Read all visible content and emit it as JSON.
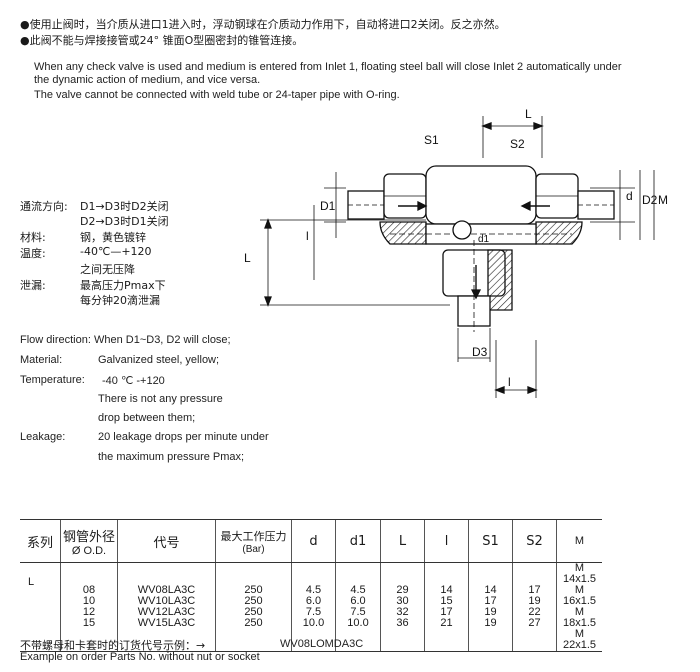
{
  "notes_zh": [
    "●使用止阀时，当介质从进口1进入时，浮动钢球在介质动力作用下，自动将进口2关闭。反之亦然。",
    "●此阀不能与焊接接管或24° 锥面O型圈密封的锥管连接。"
  ],
  "notes_en": [
    "When any check valve is used and medium is entered from Inlet 1, floating steel ball will close Inlet 2 automatically under",
    "the dynamic action of medium, and vice versa.",
    "The valve cannot be connected with weld tube or 24-taper pipe with O-ring."
  ],
  "specs_zh": {
    "flow_label": "通流方向:",
    "flow_1": "D1→D3时D2关闭",
    "flow_2": "D2→D3时D1关闭",
    "material_label": "材料:",
    "material": "钢，黄色镀锌",
    "temp_label": "温度:",
    "temp_1": "-40℃—+120",
    "temp_2": "之间无压降",
    "leak_label": "泄漏:",
    "leak_1": "最高压力Pmax下",
    "leak_2": "每分钟20滴泄漏"
  },
  "specs_en": {
    "flow": "Flow direction: When D1~D3, D2 will close;",
    "material_label": "Material:",
    "material": "Galvanized steel, yellow;",
    "temp_label": "Temperature:",
    "temp_1": "-40 ℃ -+120",
    "temp_2": "There is not any pressure",
    "temp_3": "drop between them;",
    "leak_label": "Leakage:",
    "leak_1": "20 leakage drops per minute under",
    "leak_2": "the maximum pressure Pmax;"
  },
  "drawing_labels": {
    "s1": "S1",
    "s2": "S2",
    "L_top": "L",
    "d": "d",
    "D2": "D2",
    "M": "M",
    "D1": "D1",
    "l_left": "l",
    "L_left": "L",
    "d1": "d1",
    "D3": "D3",
    "l_bottom": "l"
  },
  "table": {
    "headers": {
      "series": "系列",
      "od_zh": "钢管外径",
      "od_en": "Ø O.D.",
      "code": "代号",
      "pressure_zh": "最大工作压力",
      "pressure_en": "(Bar)",
      "d": "d",
      "d1": "d1",
      "L": "L",
      "l": "l",
      "S1": "S1",
      "S2": "S2",
      "M": "M"
    },
    "series": "L",
    "od": [
      "08",
      "10",
      "12",
      "15"
    ],
    "code": [
      "WV08LA3C",
      "WV10LA3C",
      "WV12LA3C",
      "WV15LA3C"
    ],
    "pressure": [
      "250",
      "250",
      "250",
      "250"
    ],
    "d": [
      "4.5",
      "6.0",
      "7.5",
      "10.0"
    ],
    "d1": [
      "4.5",
      "6.0",
      "7.5",
      "10.0"
    ],
    "L": [
      "29",
      "30",
      "32",
      "36"
    ],
    "l": [
      "14",
      "15",
      "17",
      "21"
    ],
    "S1": [
      "14",
      "17",
      "19",
      "19"
    ],
    "S2": [
      "17",
      "19",
      "22",
      "27"
    ],
    "M": [
      "M 14x1.5",
      "M 16x1.5",
      "M 18x1.5",
      "M 22x1.5"
    ]
  },
  "order": {
    "zh": "不带螺母和卡套时的订货代号示例：→",
    "code": "WV08LOMDA3C",
    "en": "Example on order Parts No. without nut or socket"
  }
}
